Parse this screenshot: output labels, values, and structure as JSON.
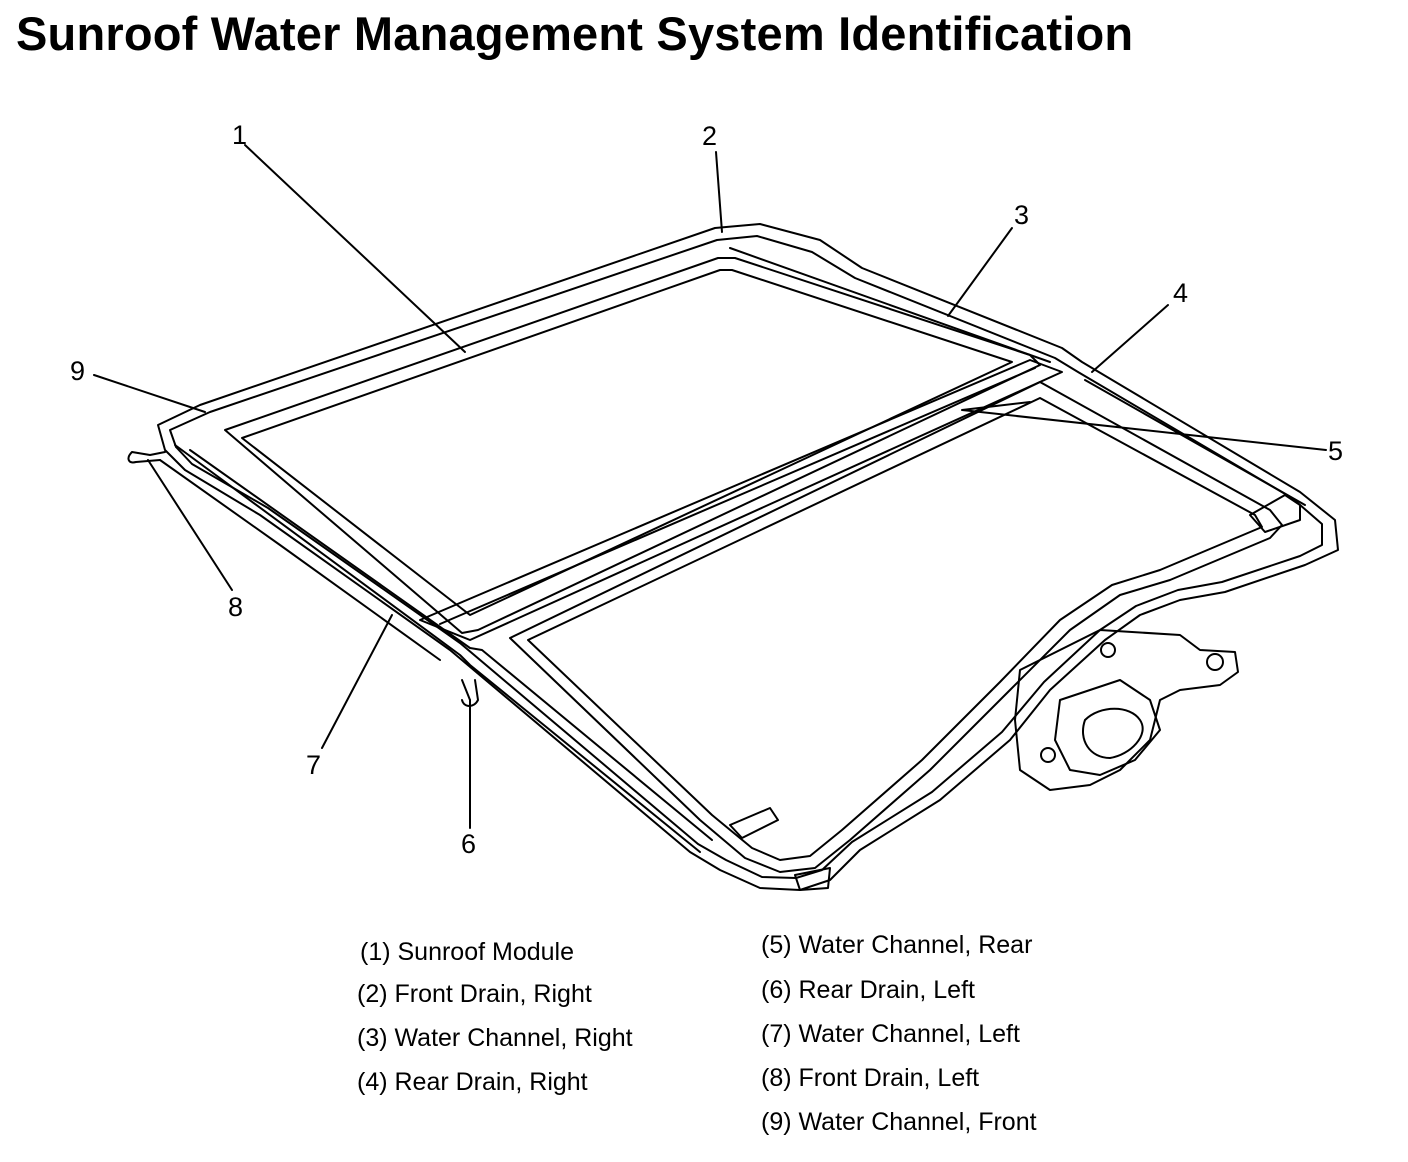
{
  "title": "Sunroof Water Management System Identification",
  "callouts": [
    "1",
    "2",
    "3",
    "4",
    "5",
    "6",
    "7",
    "8",
    "9"
  ],
  "legend": [
    "(1) Sunroof Module",
    "(2) Front Drain, Right",
    "(3) Water Channel, Right",
    "(4) Rear Drain, Right",
    "(5) Water Channel, Rear",
    "(6) Rear Drain, Left",
    "(7) Water Channel, Left",
    "(8) Front Drain, Left",
    "(9) Water Channel, Front"
  ]
}
